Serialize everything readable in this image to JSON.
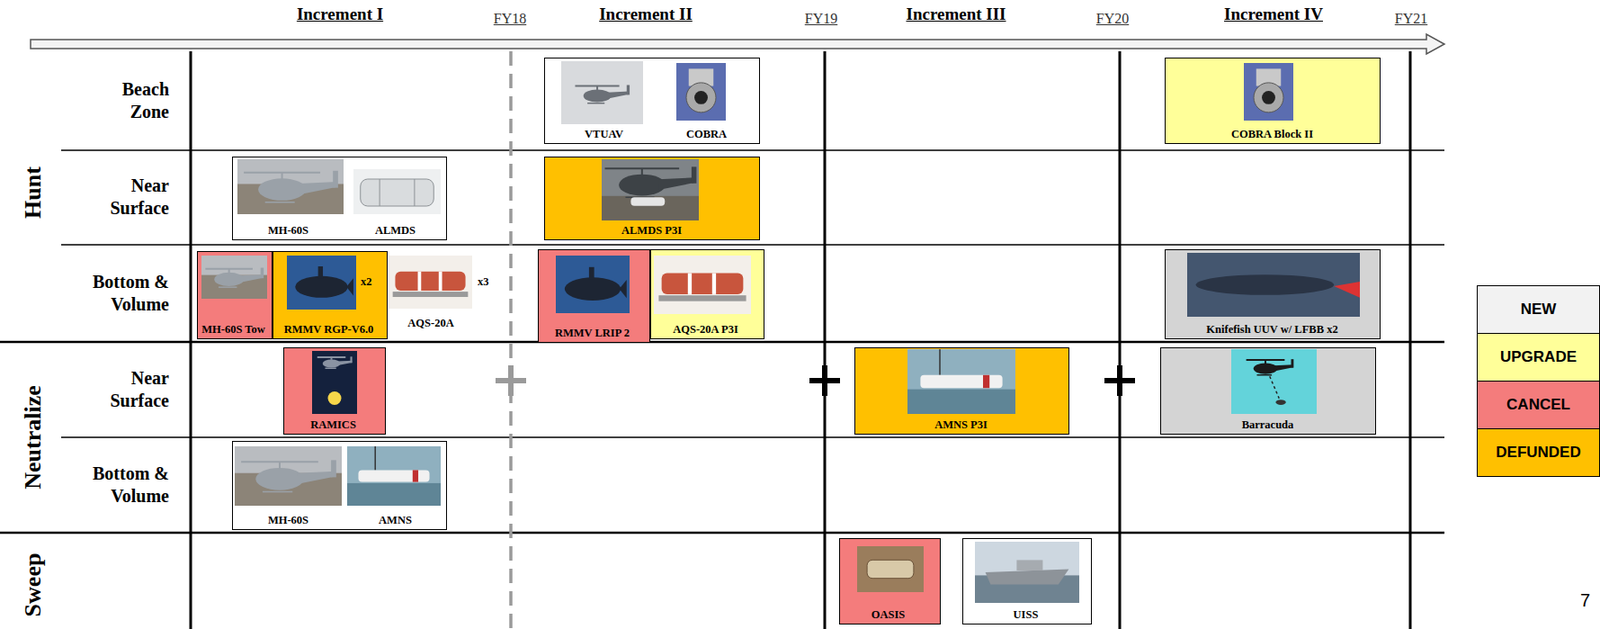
{
  "diagram": {
    "nodes": [
      {
        "text": [
          "VTUAV",
          "COBRA"
        ]
      },
      {
        "text": [
          "COBRA Block II"
        ]
      },
      {
        "text": [
          "MH-60S",
          "ALMDS"
        ]
      },
      {
        "text": [
          "ALMDS P3I"
        ]
      },
      {
        "text": [
          "MH-60S Tow"
        ]
      },
      {
        "text": [
          "RMMV RGP-V6.0"
        ]
      },
      {
        "text": [
          "RMMV LRIP 2"
        ]
      },
      {
        "text": [
          "AQS-20A P3I"
        ]
      },
      {
        "text": [
          "Knifefish UUV w/ LFBB x2"
        ]
      },
      {
        "text": [
          "RAMICS"
        ]
      },
      {
        "text": [
          "AMNS P3I"
        ]
      },
      {
        "text": [
          "Barracuda"
        ]
      },
      {
        "text": [
          "MH-60S",
          "AMNS"
        ]
      },
      {
        "text": [
          "OASIS"
        ]
      },
      {
        "text": [
          "UISS"
        ]
      }
    ],
    "labels": [
      "Increment I",
      "FY18",
      "Increment II",
      "FY19",
      "Increment III",
      "FY20",
      "Increment IV",
      "FY21",
      "Hunt",
      "Beach Zone",
      "Near Surface",
      "Bottom & Volume",
      "Neutralize",
      "Near Surface",
      "Bottom & Volume",
      "Sweep",
      "x2",
      "AQS-20A",
      "x3",
      "7"
    ],
    "legend": [
      {
        "text": "NEW",
        "color": "#F2F2F2"
      },
      {
        "text": "UPGRADE",
        "color": "#FFFF99"
      },
      {
        "text": "CANCEL",
        "color": "#F47C7C"
      },
      {
        "text": "DEFUNDED",
        "color": "#FFC000"
      }
    ]
  }
}
